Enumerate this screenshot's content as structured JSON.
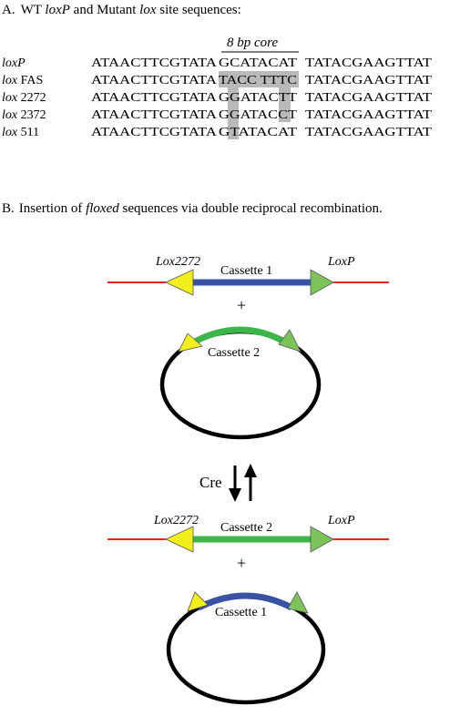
{
  "section_a": {
    "label": "A.",
    "title_prefix": "WT ",
    "title_locus1": "loxP",
    "title_middle": " and Mutant ",
    "title_locus2": "lox",
    "title_suffix": " site sequences:",
    "core_label": "8 bp core",
    "rows": [
      {
        "name_italic": "loxP",
        "name_plain": "",
        "left": "ATAACTTCGTATA",
        "core": "GCATACAT",
        "right": "TATACGAAGTTAT"
      },
      {
        "name_italic": "lox",
        "name_plain": " FAS",
        "left": "ATAACTTCGTATA",
        "core": "TACC TTTC",
        "right": "TATACGAAGTTAT"
      },
      {
        "name_italic": "lox",
        "name_plain": " 2272",
        "left": "ATAACTTCGTATA",
        "core": "GGATACTT",
        "right": "TATACGAAGTTAT"
      },
      {
        "name_italic": "lox",
        "name_plain": " 2372",
        "left": "ATAACTTCGTATA",
        "core": "GGATACCT",
        "right": "TATACGAAGTTAT"
      },
      {
        "name_italic": "lox",
        "name_plain": " 511",
        "left": "ATAACTTCGTATA",
        "core": "GTATACAT",
        "right": "TATACGAAGTTAT"
      }
    ]
  },
  "section_b": {
    "label": "B.",
    "title_prefix": "Insertion of ",
    "title_italic": "floxed",
    "title_suffix": " sequences via double reciprocal recombination.",
    "top": {
      "site_left": "Lox2272",
      "site_right": "LoxP",
      "linear_cassette": "Cassette 1",
      "plus": "+",
      "circular_cassette": "Cassette 2"
    },
    "enzyme": "Cre",
    "bottom": {
      "site_left": "Lox2272",
      "site_right": "LoxP",
      "linear_cassette": "Cassette 2",
      "plus": "+",
      "circular_cassette": "Cassette 1"
    }
  },
  "colors": {
    "chromosome_line": "#e8261e",
    "cassette_blue": "#3a52a4",
    "cassette_green": "#3db54a",
    "arrow_yellow": "#f2ef1c",
    "arrow_green": "#7cc35a",
    "highlight_gray": "#b9b9b9",
    "plasmid_black": "#000000"
  }
}
